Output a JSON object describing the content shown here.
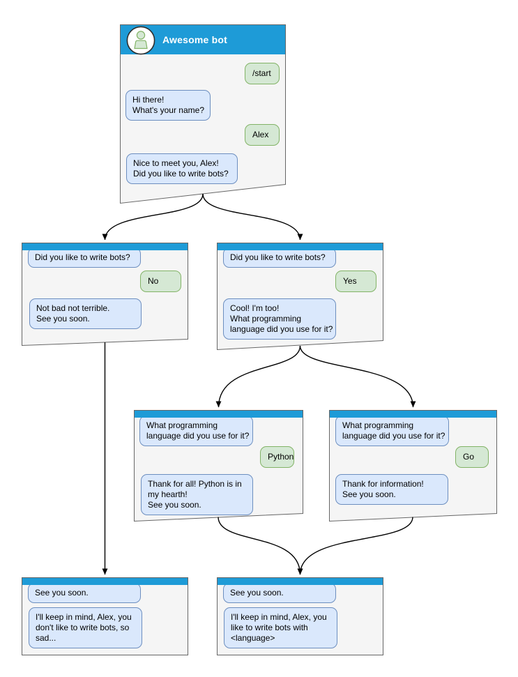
{
  "colors": {
    "header_blue": "#1E9BD7",
    "card_fill": "#F5F5F5",
    "card_border": "#666666",
    "bot_bubble_fill": "#DAE8FC",
    "bot_bubble_border": "#6C8EBF",
    "user_bubble_fill": "#D5E8D4",
    "user_bubble_border": "#82B366",
    "connector_color": "#000000",
    "title_color": "#FFFFFF"
  },
  "windows": {
    "main": {
      "title": "Awesome bot",
      "messages": [
        {
          "from": "user",
          "text": "/start"
        },
        {
          "from": "bot",
          "text": "Hi there!\nWhat's your name?"
        },
        {
          "from": "user",
          "text": "Alex"
        },
        {
          "from": "bot",
          "text": "Nice to meet you, Alex!\nDid you like to write bots?"
        }
      ]
    },
    "branch_no": {
      "messages": [
        {
          "from": "bot",
          "text": "Did you like to write bots?"
        },
        {
          "from": "user",
          "text": "No"
        },
        {
          "from": "bot",
          "text": "Not bad not terrible.\nSee you soon."
        }
      ]
    },
    "branch_yes": {
      "messages": [
        {
          "from": "bot",
          "text": "Did you like to write bots?"
        },
        {
          "from": "user",
          "text": "Yes"
        },
        {
          "from": "bot",
          "text": "Cool! I'm too!\nWhat programming\nlanguage did you use for it?"
        }
      ]
    },
    "lang_python": {
      "messages": [
        {
          "from": "bot",
          "text": "What programming\nlanguage did you use for it?"
        },
        {
          "from": "user",
          "text": "Python"
        },
        {
          "from": "bot",
          "text": "Thank for all! Python is in\nmy hearth!\nSee you soon."
        }
      ]
    },
    "lang_go": {
      "messages": [
        {
          "from": "bot",
          "text": "What programming\nlanguage did you use for it?"
        },
        {
          "from": "user",
          "text": "Go"
        },
        {
          "from": "bot",
          "text": "Thank for information!\nSee you soon."
        }
      ]
    },
    "end_no": {
      "messages": [
        {
          "from": "bot",
          "text": "See you soon."
        },
        {
          "from": "bot",
          "text": "I'll keep in mind, Alex, you\ndon't like to write bots, so\nsad..."
        }
      ]
    },
    "end_yes": {
      "messages": [
        {
          "from": "bot",
          "text": "See you soon."
        },
        {
          "from": "bot",
          "text": "I'll keep in mind, Alex, you\nlike to write bots with\n<language>"
        }
      ]
    }
  },
  "connectors": [
    {
      "from": "main",
      "to": "branch_no"
    },
    {
      "from": "main",
      "to": "branch_yes"
    },
    {
      "from": "branch_no",
      "to": "end_no"
    },
    {
      "from": "branch_yes",
      "to": "lang_python"
    },
    {
      "from": "branch_yes",
      "to": "lang_go"
    },
    {
      "from": "lang_python",
      "to": "end_yes"
    },
    {
      "from": "lang_go",
      "to": "end_yes"
    }
  ]
}
